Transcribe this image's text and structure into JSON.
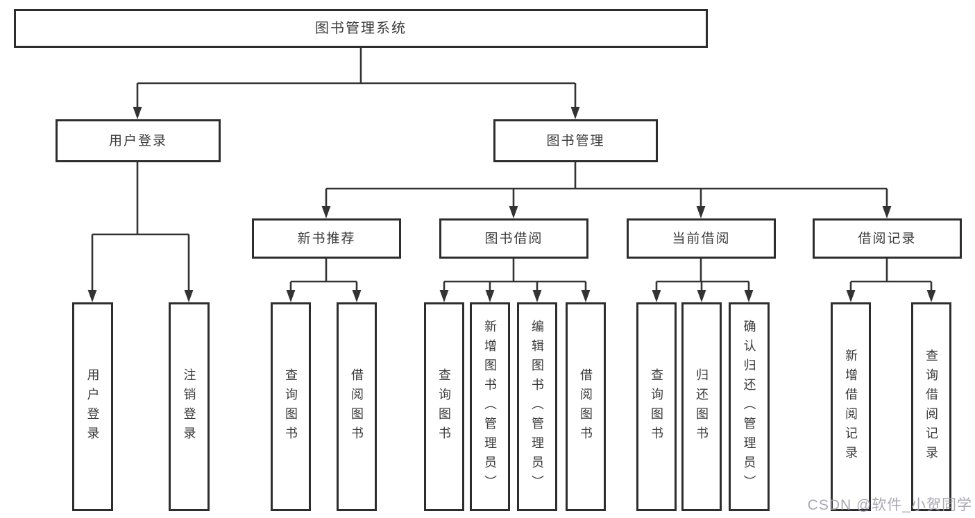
{
  "diagram": {
    "root": {
      "label": "图书管理系统"
    },
    "level2": [
      {
        "label": "用户登录"
      },
      {
        "label": "图书管理"
      }
    ],
    "level3": [
      {
        "label": "新书推荐",
        "parent": "图书管理"
      },
      {
        "label": "图书借阅",
        "parent": "图书管理"
      },
      {
        "label": "当前借阅",
        "parent": "图书管理"
      },
      {
        "label": "借阅记录",
        "parent": "图书管理"
      }
    ],
    "leaves": [
      {
        "label": "用户登录",
        "parent": "用户登录"
      },
      {
        "label": "注销登录",
        "parent": "用户登录"
      },
      {
        "label": "查询图书",
        "parent": "新书推荐"
      },
      {
        "label": "借阅图书",
        "parent": "新书推荐"
      },
      {
        "label": "查询图书",
        "parent": "图书借阅"
      },
      {
        "label": "新增图书（管理员）",
        "parent": "图书借阅"
      },
      {
        "label": "编辑图书（管理员）",
        "parent": "图书借阅"
      },
      {
        "label": "借阅图书",
        "parent": "图书借阅"
      },
      {
        "label": "查询图书",
        "parent": "当前借阅"
      },
      {
        "label": "归还图书",
        "parent": "当前借阅"
      },
      {
        "label": "确认归还（管理员）",
        "parent": "当前借阅"
      },
      {
        "label": "新增借阅记录",
        "parent": "借阅记录"
      },
      {
        "label": "查询借阅记录",
        "parent": "借阅记录"
      }
    ]
  },
  "watermark": "CSDN @软件_小贺同学",
  "colors": {
    "line": "#333333",
    "box_border": "#2d2d2d",
    "box_fill": "#ffffff",
    "text": "#3a3a3a",
    "watermark": "#9e9eaa"
  }
}
